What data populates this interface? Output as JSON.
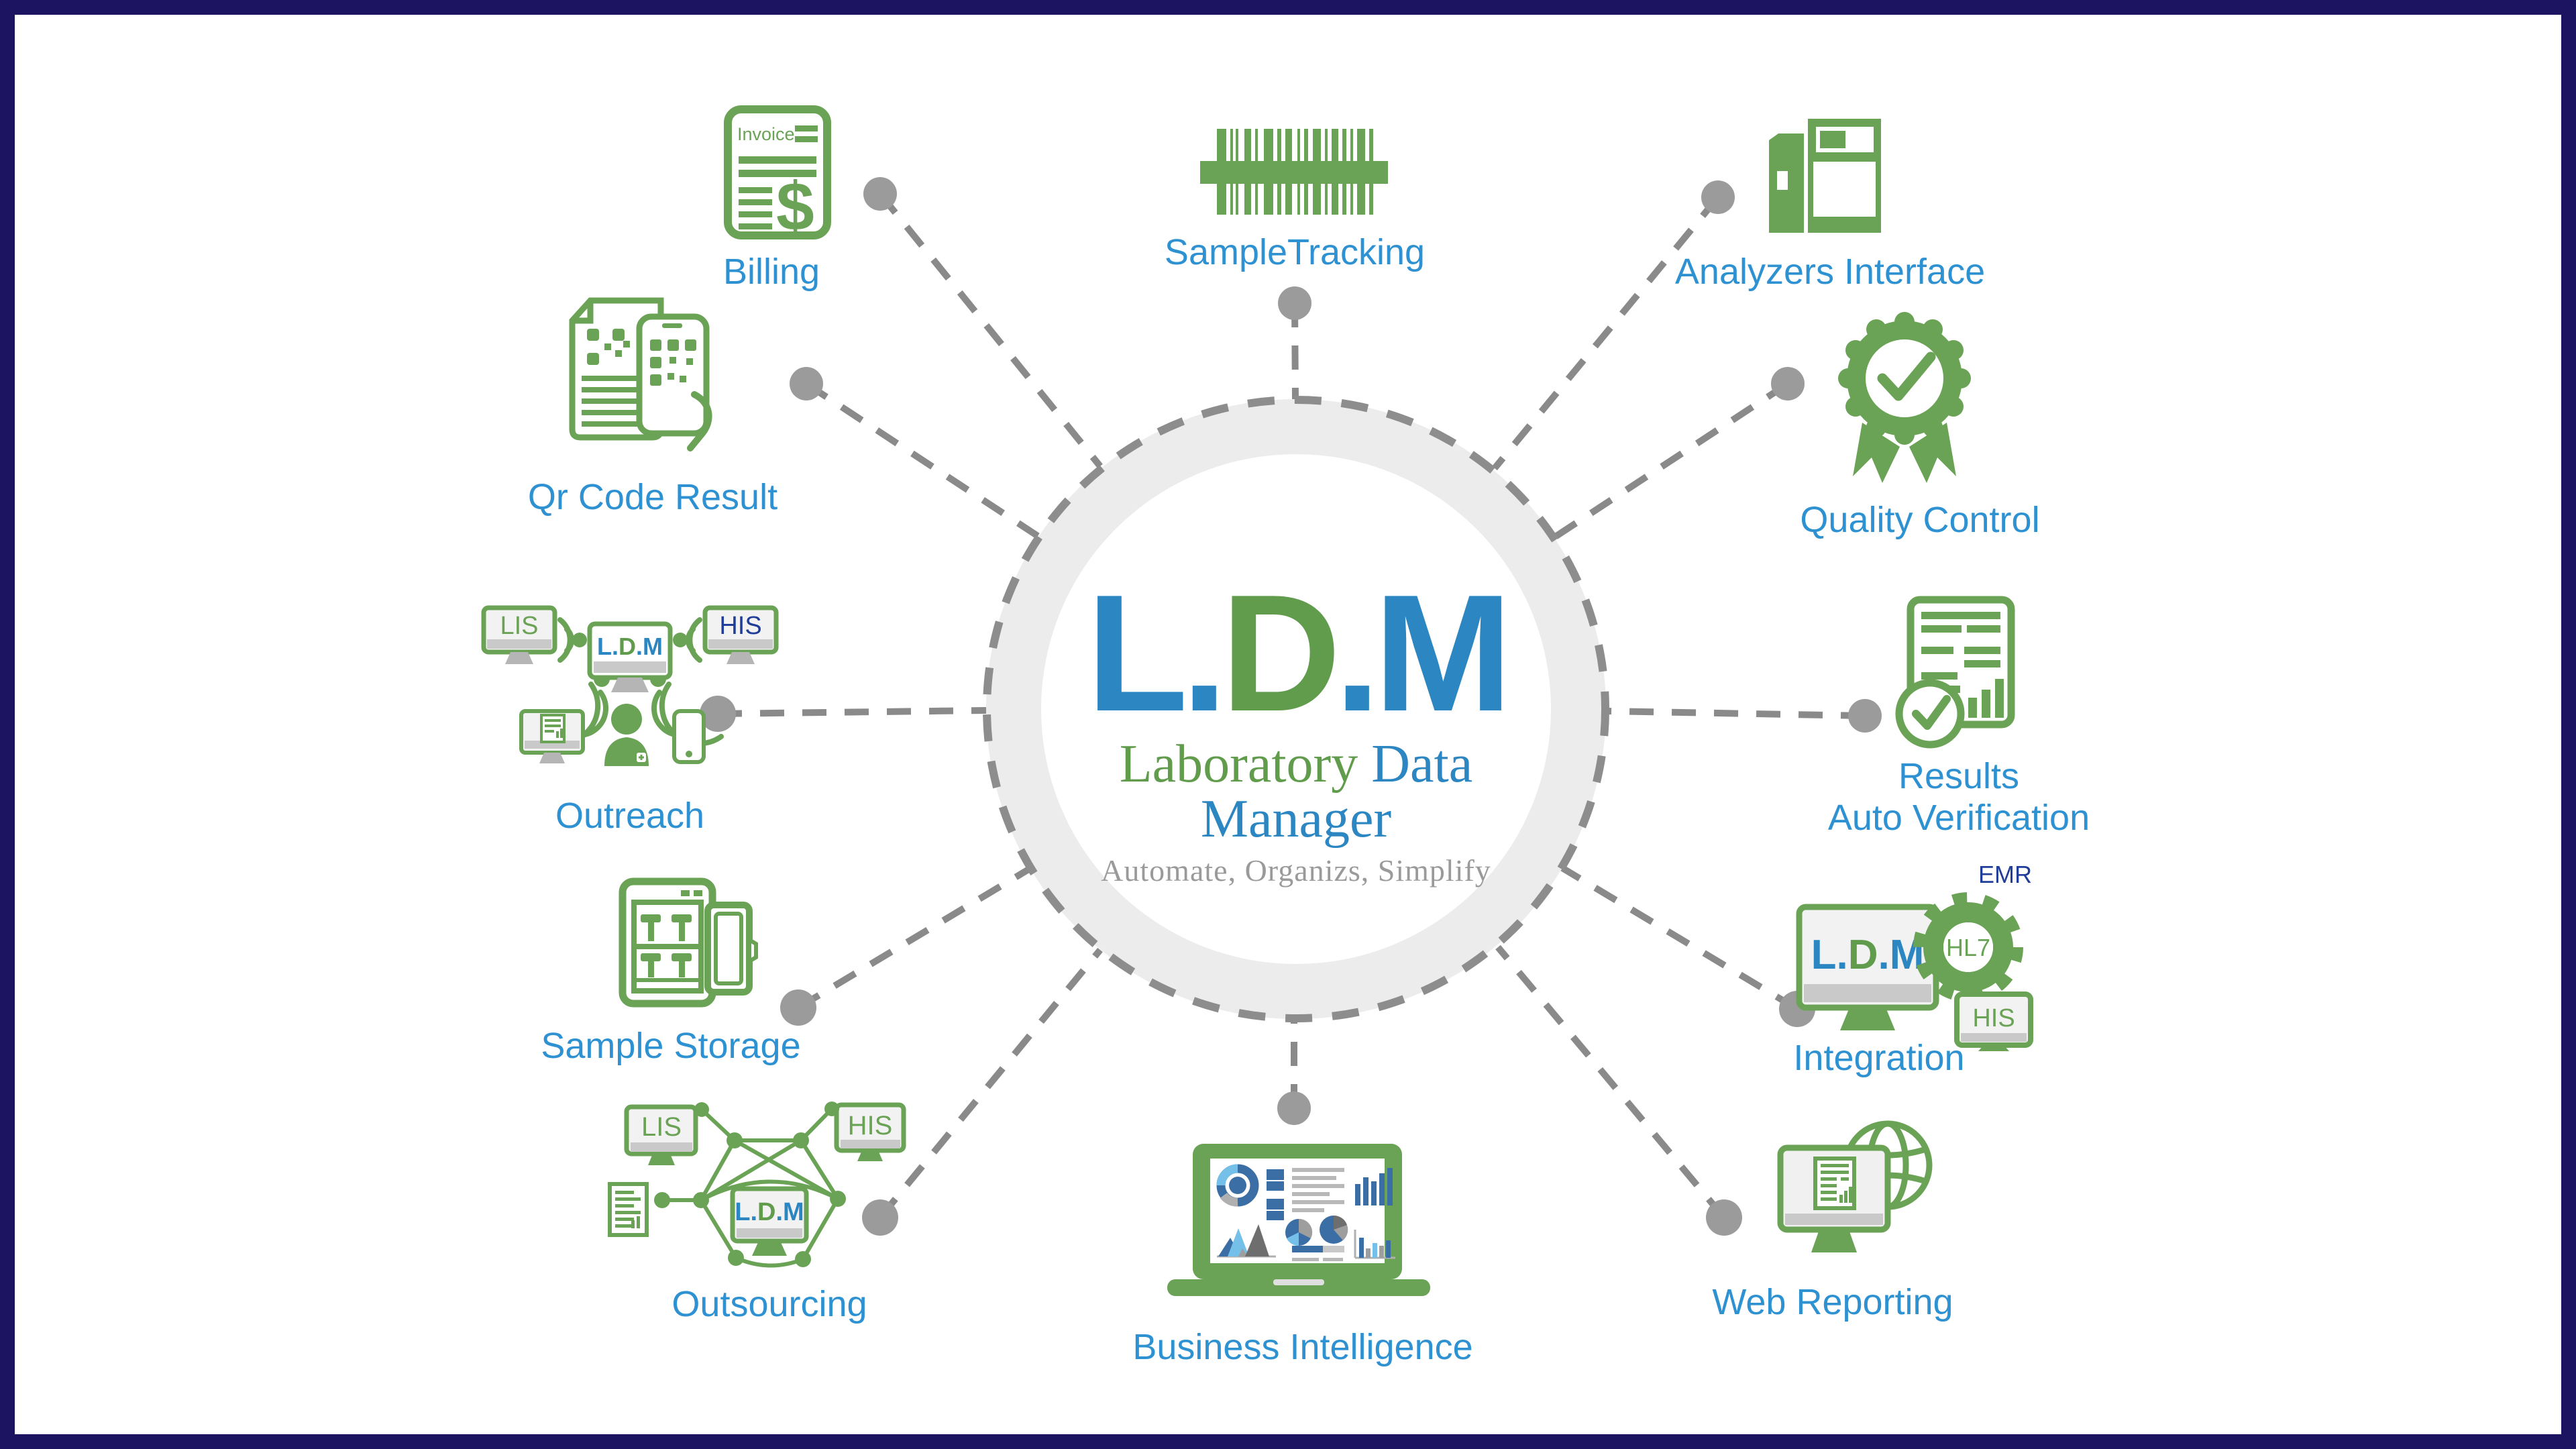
{
  "frame": {
    "border_color": "#1d1461",
    "background": "#ffffff"
  },
  "hub": {
    "logo_parts": {
      "p1": "L.",
      "p2": "D",
      "p3": ".M"
    },
    "title": {
      "green": "Laboratory",
      "blue": "Data Manager"
    },
    "tagline": "Automate, Organizs, Simplify"
  },
  "icon_texts": {
    "invoice": "Invoice",
    "dollar": "$",
    "lis": "LIS",
    "his": "HIS",
    "emr": "EMR",
    "hl7": "HL7"
  },
  "nodes": [
    {
      "id": "billing",
      "label": "Billing"
    },
    {
      "id": "sample-tracking",
      "label": "SampleTracking"
    },
    {
      "id": "analyzers-interface",
      "label": "Analyzers Interface"
    },
    {
      "id": "quality-control",
      "label": "Quality Control"
    },
    {
      "id": "qr-code-result",
      "label": "Qr Code Result"
    },
    {
      "id": "outreach",
      "label": "Outreach"
    },
    {
      "id": "results-auto-verification",
      "label": "Results",
      "label_line2": "Auto Verification"
    },
    {
      "id": "sample-storage",
      "label": "Sample Storage"
    },
    {
      "id": "integration",
      "label": "Integration"
    },
    {
      "id": "outsourcing",
      "label": "Outsourcing"
    },
    {
      "id": "business-intelligence",
      "label": "Business Intelligence"
    },
    {
      "id": "web-reporting",
      "label": "Web Reporting"
    }
  ],
  "colors": {
    "icon_green": "#6aa355",
    "logo_green": "#619c4d",
    "logo_blue": "#2b86c2",
    "label_blue": "#2e91d2",
    "dark_navy_text": "#1f3d99",
    "connector_gray": "#8a8a8a",
    "dot_gray": "#9b9b9b",
    "ring_gray": "#ececec",
    "tagline_gray": "#9a9a9a",
    "frame_navy": "#1d1461"
  }
}
